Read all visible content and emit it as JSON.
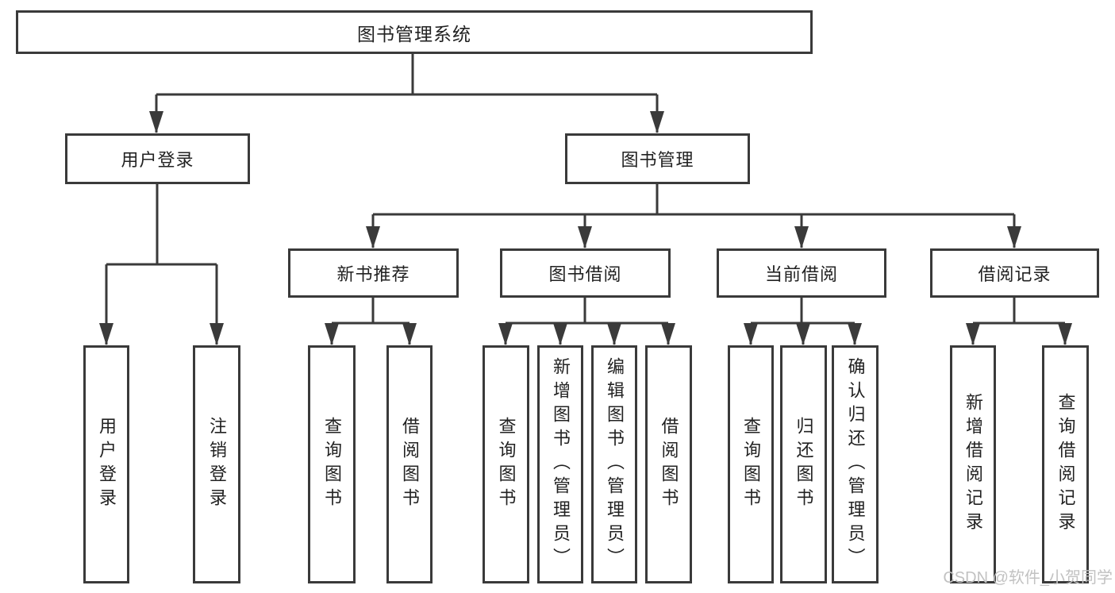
{
  "diagram": {
    "root": {
      "label": "图书管理系统"
    },
    "user_login": {
      "label": "用户登录",
      "children": {
        "login": "用户登录",
        "logout": "注销登录"
      }
    },
    "book_management": {
      "label": "图书管理",
      "sections": {
        "new_book_recommend": {
          "label": "新书推荐",
          "children": {
            "query_books": "查询图书",
            "borrow_books": "借阅图书"
          }
        },
        "book_borrow": {
          "label": "图书借阅",
          "children": {
            "query_books": "查询图书",
            "add_books_admin": "新增图书（管理员）",
            "edit_books_admin": "编辑图书（管理员）",
            "borrow_books": "借阅图书"
          }
        },
        "current_borrow": {
          "label": "当前借阅",
          "children": {
            "query_books": "查询图书",
            "return_books": "归还图书",
            "confirm_return_admin": "确认归还（管理员）"
          }
        },
        "borrow_record": {
          "label": "借阅记录",
          "children": {
            "add_borrow_record": "新增借阅记录",
            "query_borrow_record": "查询借阅记录"
          }
        }
      }
    }
  },
  "watermark": "CSDN @软件_小贺同学",
  "colors": {
    "line": "#3a3a3a",
    "text": "#222222",
    "box_background": "#ffffff",
    "page_background": "#ffffff",
    "watermark": "#c2c2c2"
  }
}
